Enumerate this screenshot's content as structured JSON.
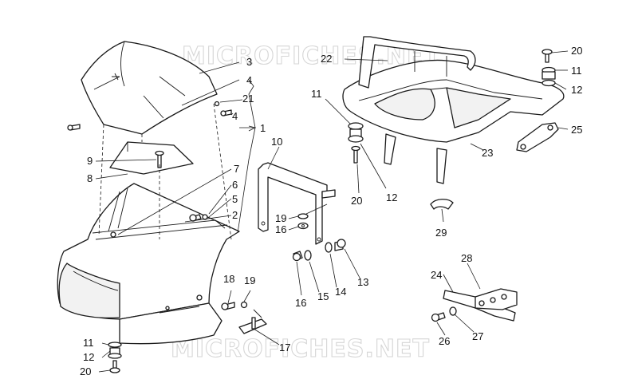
{
  "watermark": {
    "text": "MICROFICHES.NET",
    "color": "#d6d6d6"
  },
  "colors": {
    "line": "#1a1a1a",
    "text": "#111111",
    "background": "#ffffff"
  },
  "callouts": {
    "c1": "1",
    "c2": "2",
    "c3": "3",
    "c4a": "4",
    "c4b": "4",
    "c5": "5",
    "c6": "6",
    "c7": "7",
    "c8": "8",
    "c9": "9",
    "c10": "10",
    "c11a": "11",
    "c11b": "11",
    "c11c": "11",
    "c12a": "12",
    "c12b": "12",
    "c12c": "12",
    "c13": "13",
    "c14": "14",
    "c15": "15",
    "c16a": "16",
    "c16b": "16",
    "c17": "17",
    "c18": "18",
    "c19a": "19",
    "c19b": "19",
    "c20a": "20",
    "c20b": "20",
    "c20c": "20",
    "c21": "21",
    "c22": "22",
    "c23": "23",
    "c24": "24",
    "c25": "25",
    "c26": "26",
    "c27": "27",
    "c28": "28",
    "c29": "29"
  }
}
